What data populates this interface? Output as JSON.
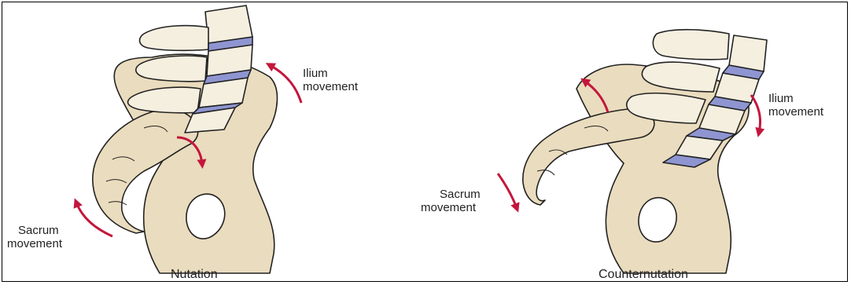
{
  "panels": [
    {
      "caption": "Nutation",
      "ilium_label": [
        "Ilium",
        "movement"
      ],
      "sacrum_label": [
        "Sacrum",
        "movement"
      ]
    },
    {
      "caption": "Counternutation",
      "ilium_label": [
        "Ilium",
        "movement"
      ],
      "sacrum_label": [
        "Sacrum",
        "movement"
      ]
    }
  ],
  "colors": {
    "bone": "#eadcbe",
    "outline": "#222222",
    "disc": "#8e95d1",
    "arrow": "#c4163c"
  }
}
